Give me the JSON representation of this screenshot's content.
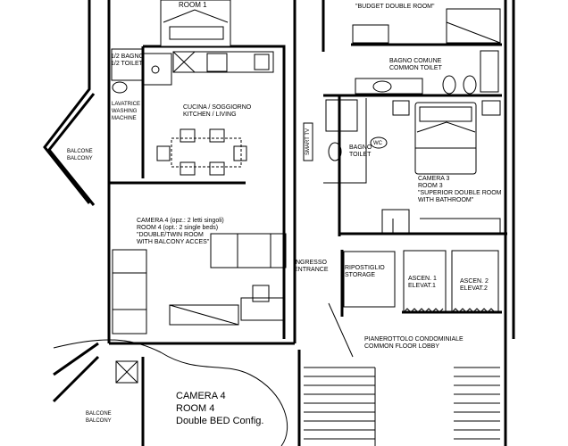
{
  "labels": {
    "room1": "ROOM 1",
    "budget_room": "\"BUDGET DOUBLE ROOM\"",
    "half_bath_1": "1/2 BAGNO",
    "half_bath_2": "1/2 TOILET",
    "laundry_1": "LAVATRICE",
    "laundry_2": "WASHING",
    "laundry_3": "MACHINE",
    "kitchen_1": "CUCINA / SOGGIORNO",
    "kitchen_2": "KITCHEN / LIVING",
    "balcony_1": "BALCONE",
    "balcony_2": "BALCONY",
    "common_toilet_1": "BAGNO COMUNE",
    "common_toilet_2": "COMMON TOILET",
    "smart_tv": "SMART TV",
    "bath_1": "BAGNO",
    "bath_2": "TOILET",
    "wc": "WC",
    "room3_1": "CAMERA 3",
    "room3_2": "ROOM 3",
    "room3_3": "\"SUPERIOR DOUBLE ROOM",
    "room3_4": "WITH BATHROOM\"",
    "room4_1": "CAMERA 4 (opz.: 2 letti singoli)",
    "room4_2": "ROOM 4 (opt.: 2 single beds)",
    "room4_3": "\"DOUBLE/TWIN ROOM",
    "room4_4": "WITH BALCONY ACCES\"",
    "entrance_1": "INGRESSO",
    "entrance_2": "ENTRANCE",
    "storage_1": "RIPOSTIGLIO",
    "storage_2": "STORAGE",
    "elev1_1": "ASCEN. 1",
    "elev1_2": "ELEVAT.1",
    "elev2_1": "ASCEN. 2",
    "elev2_2": "ELEVAT.2",
    "lobby_1": "PIANEROTTOLO CONDOMINIALE",
    "lobby_2": "COMMON FLOOR LOBBY",
    "detail_balcony_1": "BALCONE",
    "detail_balcony_2": "BALCONY",
    "detail_room_1": "CAMERA 4",
    "detail_room_2": "ROOM 4",
    "detail_room_3": "Double BED Config."
  }
}
